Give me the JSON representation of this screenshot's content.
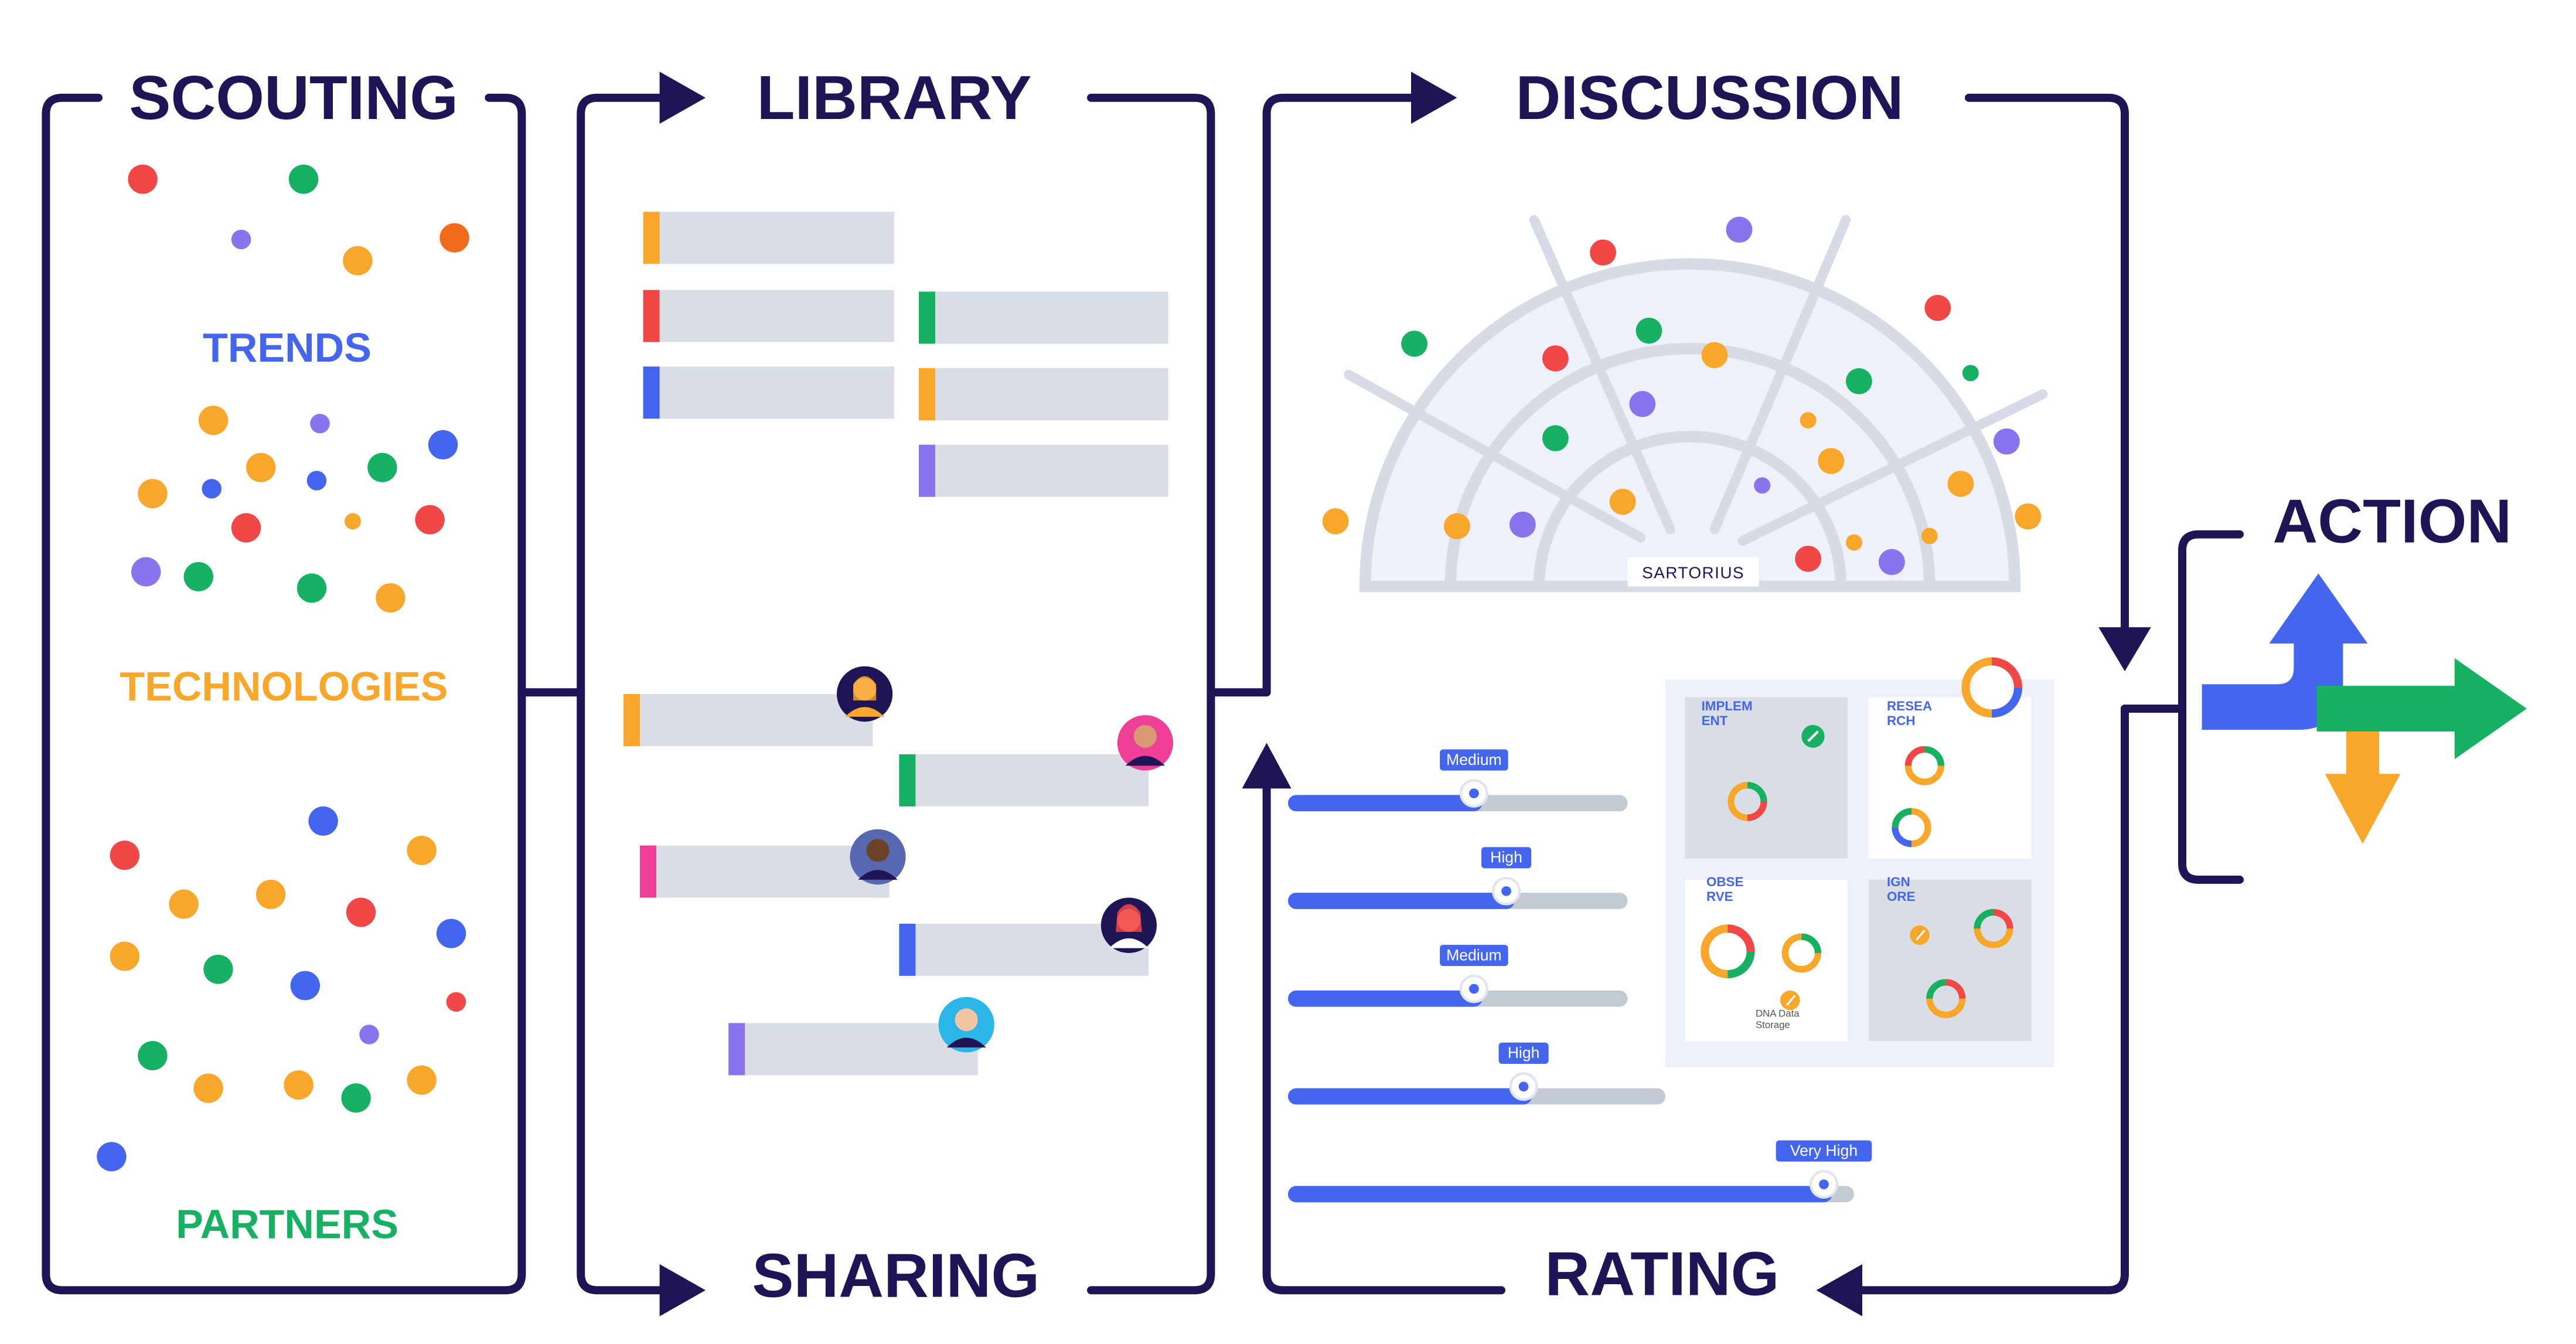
{
  "colors": {
    "navy": "#1f1456",
    "blue": "#4466ee",
    "orange": "#f9a72b",
    "green": "#16b163",
    "red": "#f24747",
    "purple": "#8a74ee",
    "pink": "#ee3e96",
    "deep_orange": "#f26b1d",
    "bar_gray": "#d8dde6",
    "radar_fill": "#eef0fa",
    "radar_stroke": "#d6dbe5"
  },
  "headings": {
    "scouting": "SCOUTING",
    "library": "LIBRARY",
    "discussion": "DISCUSSION",
    "action": "ACTION",
    "sharing": "SHARING",
    "rating": "RATING"
  },
  "scouting": {
    "trends": "TRENDS",
    "technologies": "TECHNOLOGIES",
    "partners": "PARTNERS"
  },
  "radar": {
    "brand": "SARTORIUS"
  },
  "rating_sliders": [
    {
      "label": "Medium",
      "level": 0.55
    },
    {
      "label": "High",
      "level": 0.65
    },
    {
      "label": "Medium",
      "level": 0.55
    },
    {
      "label": "High",
      "level": 0.63
    },
    {
      "label": "Very High",
      "level": 0.96
    }
  ],
  "matrix": {
    "quadrants": [
      "IMPLEM\nENT",
      "RESEA\nRCH",
      "OBSE\nRVE",
      "IGN\nORE"
    ],
    "note": "DNA Data\nStorage"
  },
  "icons": [
    "arrow-right-icon",
    "arrow-down-icon",
    "arrow-up-icon",
    "arrow-left-icon",
    "avatar-icon",
    "pin-icon"
  ]
}
